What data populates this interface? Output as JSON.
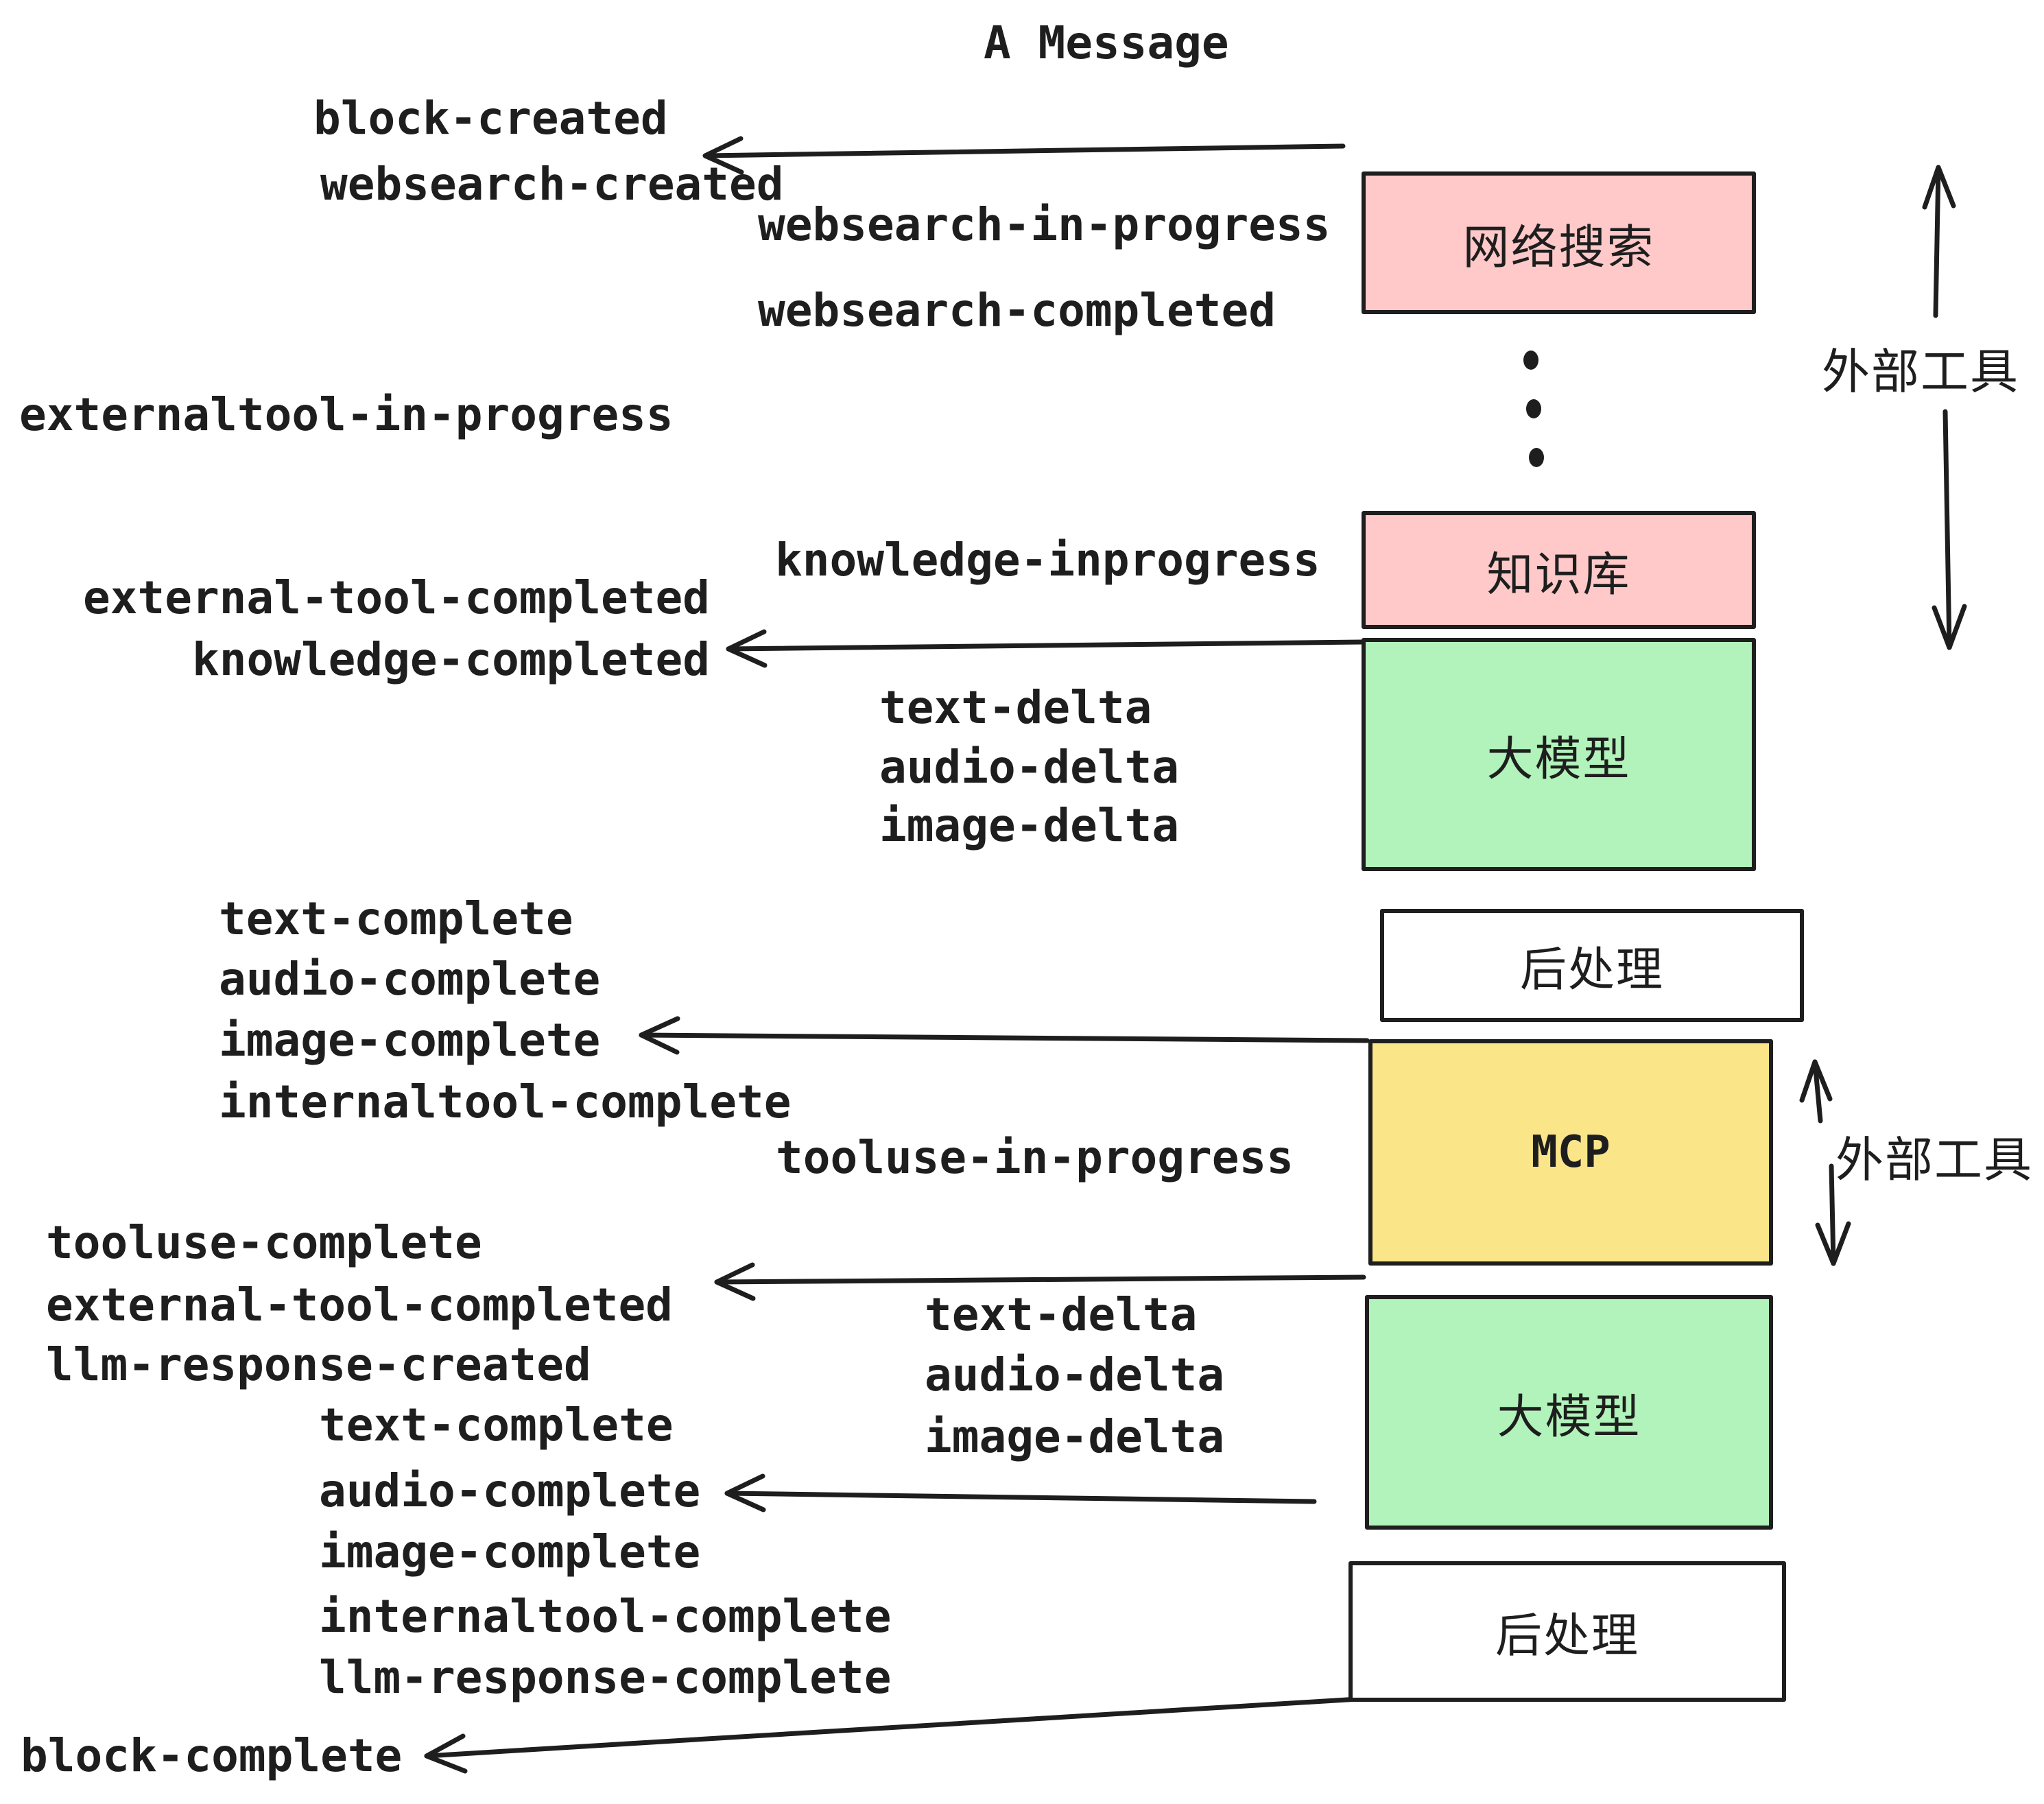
{
  "title": "A Message",
  "colors": {
    "box_pink": "#ffc9c9",
    "box_green": "#b2f2bb",
    "box_yellow": "#fae588",
    "box_white": "#ffffff",
    "stroke": "#1e1e1e"
  },
  "nodes": [
    {
      "id": "websearch",
      "label": "网络搜索",
      "color": "#ffc9c9"
    },
    {
      "id": "knowledge",
      "label": "知识库",
      "color": "#ffc9c9"
    },
    {
      "id": "llm1",
      "label": "大模型",
      "color": "#b2f2bb"
    },
    {
      "id": "post1",
      "label": "后处理",
      "color": "#ffffff"
    },
    {
      "id": "mcp",
      "label": "MCP",
      "color": "#fae588"
    },
    {
      "id": "llm2",
      "label": "大模型",
      "color": "#b2f2bb"
    },
    {
      "id": "post2",
      "label": "后处理",
      "color": "#ffffff"
    }
  ],
  "side_labels": {
    "external_tools_top": "外部工具",
    "external_tools_mcp": "外部工具"
  },
  "icons": {
    "ellipsis_dots": "vertical-ellipsis"
  },
  "events": {
    "block_created": "block-created",
    "websearch_created": "websearch-created",
    "websearch_in_progress": "websearch-in-progress",
    "websearch_completed": "websearch-completed",
    "externaltool_in_progress": "externaltool-in-progress",
    "knowledge_inprogress": "knowledge-inprogress",
    "external_tool_completed_1": "external-tool-completed",
    "knowledge_completed": "knowledge-completed",
    "text_delta_1": "text-delta",
    "audio_delta_1": "audio-delta",
    "image_delta_1": "image-delta",
    "text_complete_1": "text-complete",
    "audio_complete_1": "audio-complete",
    "image_complete_1": "image-complete",
    "internaltool_complete_1": "internaltool-complete",
    "tooluse_in_progress": "tooluse-in-progress",
    "tooluse_complete": "tooluse-complete",
    "external_tool_completed_2": "external-tool-completed",
    "llm_response_created": "llm-response-created",
    "text_delta_2": "text-delta",
    "audio_delta_2": "audio-delta",
    "image_delta_2": "image-delta",
    "text_complete_2": "text-complete",
    "audio_complete_2": "audio-complete",
    "image_complete_2": "image-complete",
    "internaltool_complete_2": "internaltool-complete",
    "llm_response_complete": "llm-response-complete",
    "block_complete": "block-complete"
  }
}
